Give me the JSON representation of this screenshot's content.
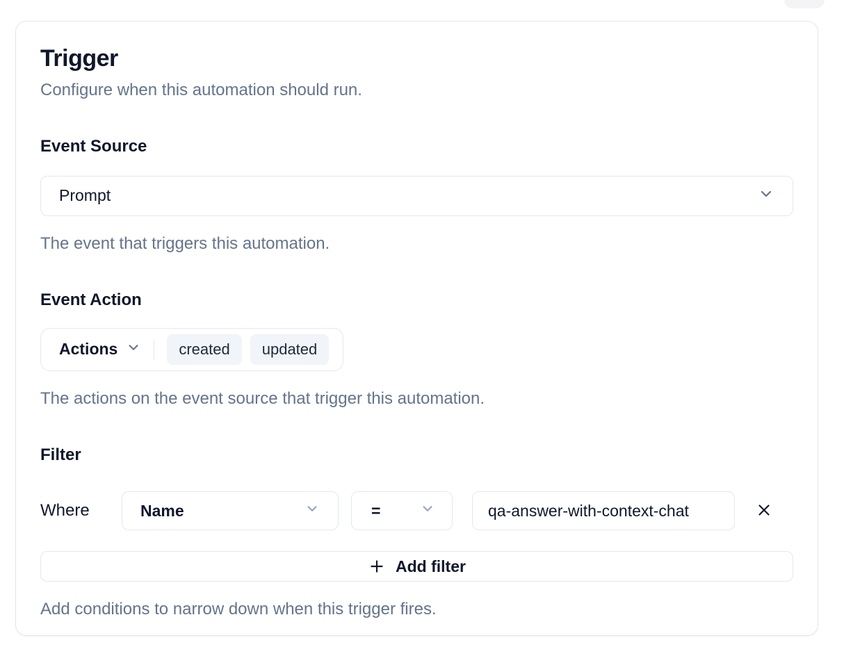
{
  "card": {
    "title": "Trigger",
    "subtitle": "Configure when this automation should run."
  },
  "event_source": {
    "label": "Event Source",
    "value": "Prompt",
    "helper": "The event that triggers this automation."
  },
  "event_action": {
    "label": "Event Action",
    "dropdown_label": "Actions",
    "chips": [
      "created",
      "updated"
    ],
    "helper": "The actions on the event source that trigger this automation."
  },
  "filter": {
    "label": "Filter",
    "where_label": "Where",
    "row": {
      "field": "Name",
      "operator": "=",
      "value": "qa-answer-with-context-chat"
    },
    "add_button_label": "Add filter",
    "helper": "Add conditions to narrow down when this trigger fires."
  },
  "colors": {
    "text_primary": "#0f172a",
    "text_muted": "#64748b",
    "border": "#e2e8f0",
    "chip_background": "#f1f5f9"
  }
}
